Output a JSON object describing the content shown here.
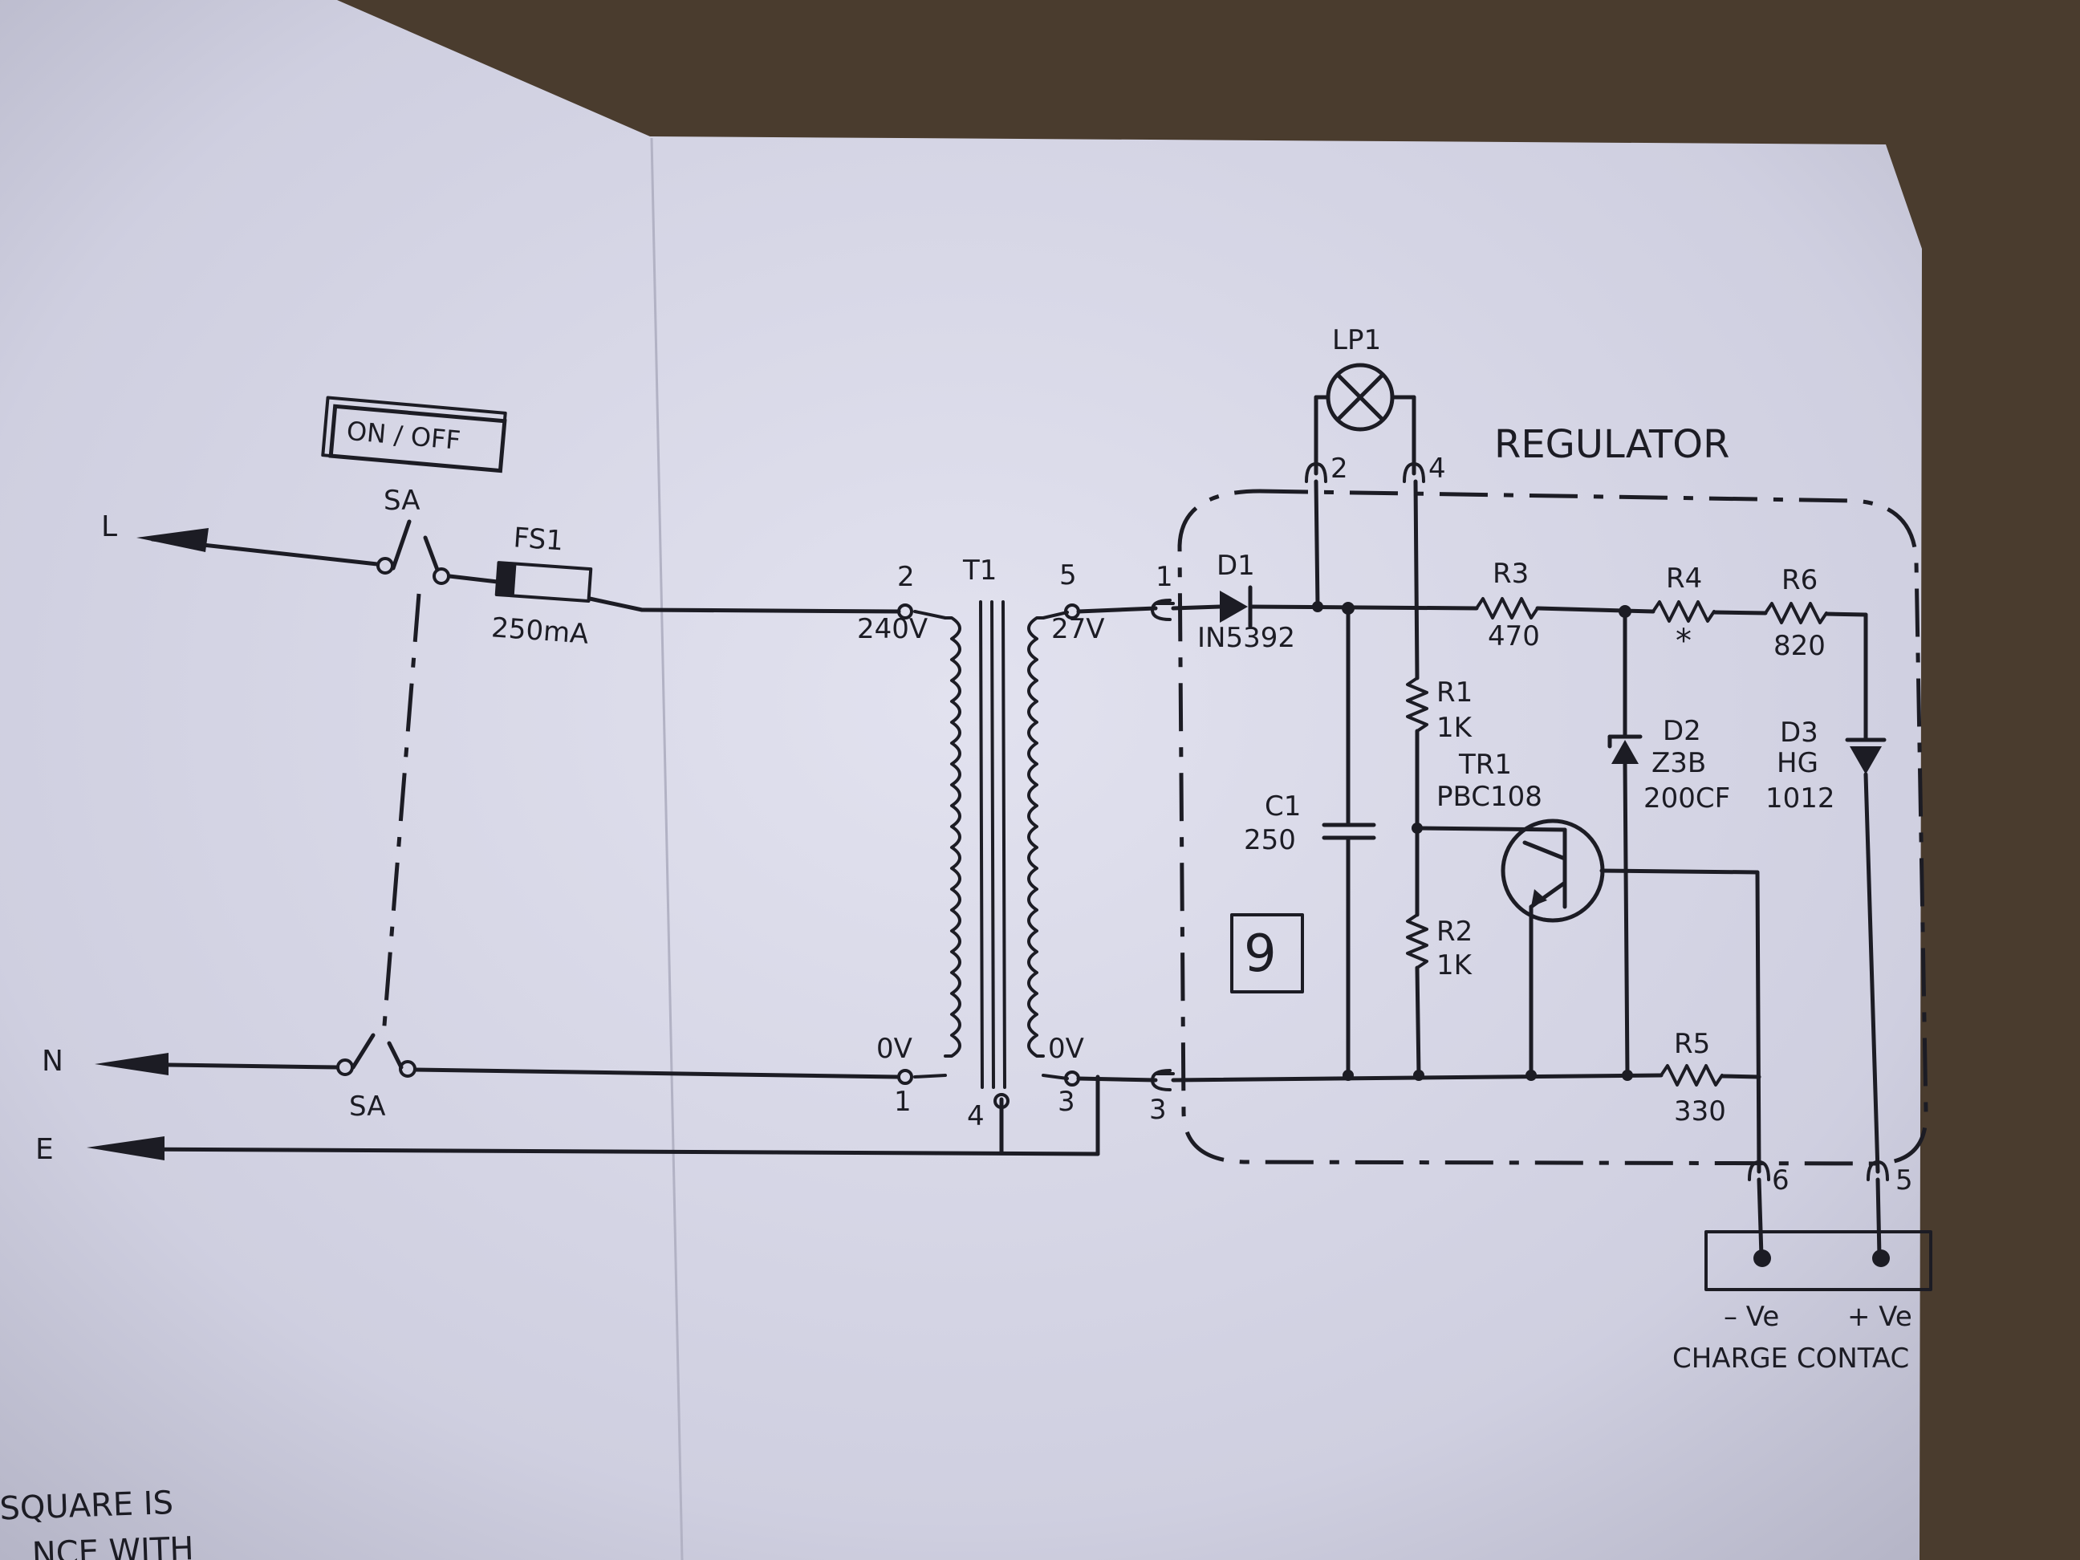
{
  "mains": {
    "live": "L",
    "neutral": "N",
    "earth": "E",
    "switch_box": "ON / OFF",
    "switch_top": "SA",
    "switch_bottom": "SA"
  },
  "fuse": {
    "ref": "FS1",
    "value": "250mA"
  },
  "transformer": {
    "ref": "T1",
    "pin2": "2",
    "primary_v": "240V",
    "pin5": "5",
    "secondary_v": "27V",
    "primary_0v": "0V",
    "secondary_0v": "0V",
    "pin1": "1",
    "pin4": "4",
    "pin3": "3"
  },
  "lamp": {
    "ref": "LP1",
    "pin_a": "2",
    "pin_b": "4"
  },
  "regulator": {
    "title": "REGULATOR",
    "pin_in": "1",
    "pin_gnd": "3",
    "board_number": "9"
  },
  "components": {
    "d1_ref": "D1",
    "d1_value": "IN5392",
    "r3_ref": "R3",
    "r3_value": "470",
    "r4_ref": "R4",
    "r4_mark": "*",
    "r6_ref": "R6",
    "r6_value": "820",
    "r1_ref": "R1",
    "r1_value": "1K",
    "tr1_ref": "TR1",
    "tr1_value": "PBC108",
    "d2_ref": "D2",
    "d2_value1": "Z3B",
    "d2_value2": "200CF",
    "d3_ref": "D3",
    "d3_value1": "HG",
    "d3_value2": "1012",
    "c1_ref": "C1",
    "c1_value": "250",
    "r2_ref": "R2",
    "r2_value": "1K",
    "r5_ref": "R5",
    "r5_value": "330"
  },
  "output": {
    "pin6": "6",
    "pin5": "5",
    "neg": "– Ve",
    "pos": "+ Ve",
    "title": "CHARGE CONTAC"
  },
  "footer": {
    "line1": "SQUARE IS",
    "line2": "NCE WITH"
  },
  "colors": {
    "paper": "#d7d7e6",
    "ink": "#1c1c24",
    "background": "#4a3c2e"
  }
}
